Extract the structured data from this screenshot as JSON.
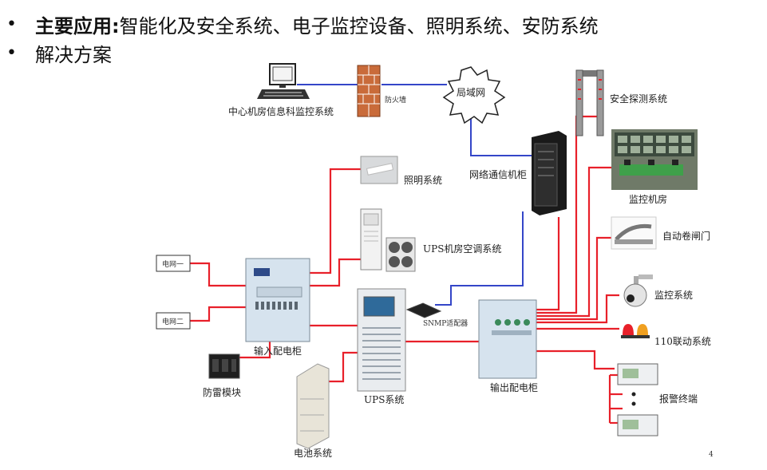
{
  "bullets": [
    {
      "bold": "主要应用:",
      "text": "智能化及安全系统、电子监控设备、照明系统、安防系统"
    },
    {
      "bold": "",
      "text": "解决方案"
    }
  ],
  "diagram": {
    "center_room": "中心机房信息科监控系统",
    "firewall": "防火墙",
    "lan": "局域网",
    "security_detect": "安全探测系统",
    "network_cabinet": "网络通信机柜",
    "monitor_room": "监控机房",
    "lighting": "照明系统",
    "ups_ac": "UPS机房空调系统",
    "rolling_door": "自动卷闸门",
    "grid1": "电网一",
    "grid2": "电网二",
    "input_cabinet": "输入配电柜",
    "snmp": "SNMP适配器",
    "surveillance": "监控系统",
    "linkage_110": "110联动系统",
    "lightning": "防雷模块",
    "ups": "UPS系统",
    "output_cabinet": "输出配电柜",
    "alarm_terminal": "报警终端",
    "battery": "电池系统",
    "page_mark": "4"
  },
  "colors": {
    "power_line": "#e8202a",
    "network_line": "#3446c8"
  }
}
